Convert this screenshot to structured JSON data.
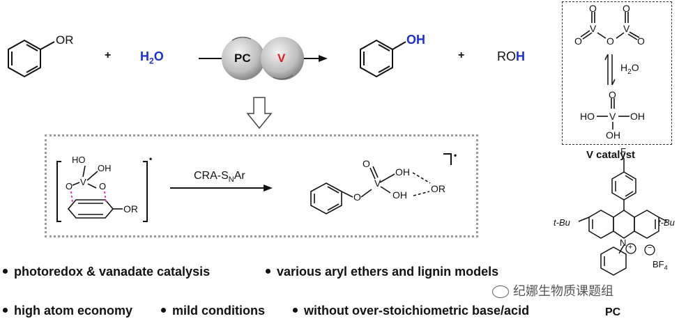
{
  "reaction": {
    "substrate_group": "OR",
    "plus1": "+",
    "water": "H",
    "water_sub": "2",
    "water_o": "O",
    "photocatalyst": "PC",
    "metal": "V",
    "product_oh": "OH",
    "plus2": "+",
    "byproduct_ro": "RO",
    "byproduct_h": "H"
  },
  "v_catalyst": {
    "top_o_left": "O",
    "top_o_right": "O",
    "top_v_left": "V",
    "top_v_right": "V",
    "top_o_bridge": "O",
    "top_o_side_left": "O",
    "top_o_side_right": "O",
    "equilibrium_label": "H",
    "equilibrium_sub": "2",
    "equilibrium_o": "O",
    "bottom_o_top": "O",
    "bottom_ho_left": "HO",
    "bottom_v": "V",
    "bottom_oh_right": "OH",
    "bottom_oh_down": "OH",
    "caption": "V catalyst"
  },
  "mechanism": {
    "left_ho": "HO",
    "left_oh": "OH",
    "left_o1": "O",
    "left_v": "V",
    "left_o2": "O",
    "left_or": "OR",
    "radical_dot_left": "•",
    "arrow_label": "CRA-S",
    "arrow_label_sub": "N",
    "arrow_label_end": "Ar",
    "right_o_top": "O",
    "right_v": "V",
    "right_oh1": "OH",
    "right_o_left": "O",
    "right_oh2": "OH",
    "right_or": "OR",
    "radical_dot_right": "•"
  },
  "pc_structure": {
    "fluorine": "F",
    "tbu_left": "t-Bu",
    "tbu_right": "t-Bu",
    "nitrogen": "N",
    "plus_charge": "+",
    "minus_charge": "−",
    "counterion": "BF",
    "counterion_sub": "4",
    "caption": "PC"
  },
  "bullets": [
    "photoredox & vanadate catalysis",
    "various aryl ethers and lignin models",
    "high atom economy",
    "mild conditions",
    "without over-stoichiometric base/acid"
  ],
  "watermark": "纪娜生物质课题组",
  "colors": {
    "blue": "#1c2fd1",
    "red": "#e01a1a",
    "pink_dash": "#d63fb0",
    "sphere_gray": "#bfbfbf"
  }
}
